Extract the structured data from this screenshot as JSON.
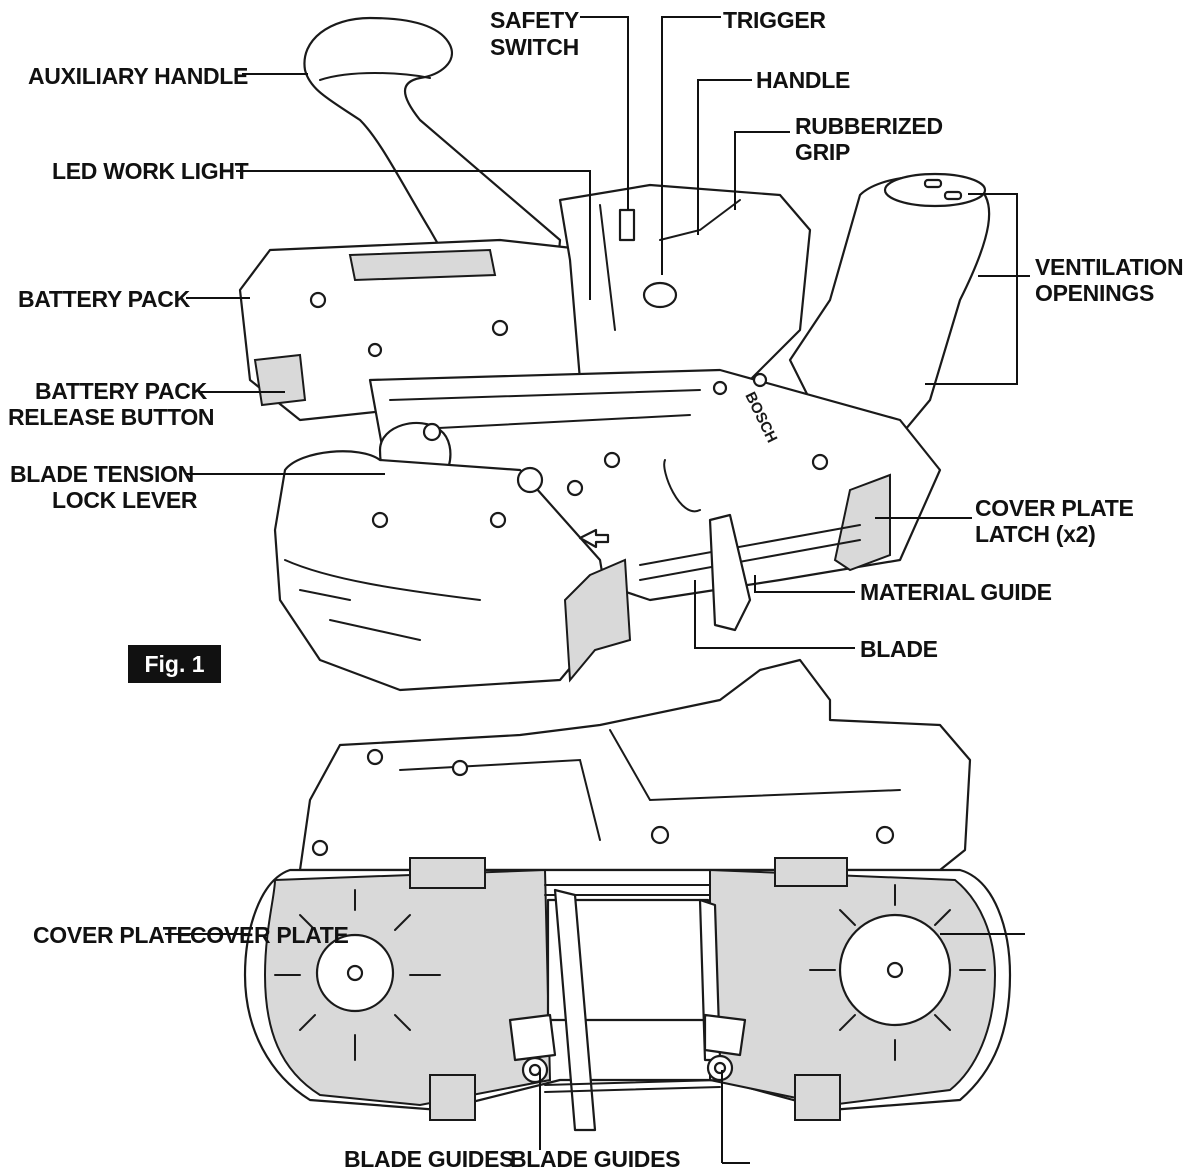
{
  "figure_label": "Fig. 1",
  "brand_mark": "BOSCH",
  "labels": {
    "auxiliary_handle": "AUXILIARY HANDLE",
    "led_work_light": "LED WORK LIGHT",
    "battery_pack": "BATTERY PACK",
    "battery_pack_release_1": "BATTERY PACK",
    "battery_pack_release_2": "RELEASE BUTTON",
    "blade_tension_1": "BLADE TENSION",
    "blade_tension_2": "LOCK LEVER",
    "safety_switch_1": "SAFETY",
    "safety_switch_2": "SWITCH",
    "trigger": "TRIGGER",
    "handle": "HANDLE",
    "rubberized_grip_1": "RUBBERIZED",
    "rubberized_grip_2": "GRIP",
    "ventilation_1": "VENTILATION",
    "ventilation_2": "OPENINGS",
    "cover_plate_latch_1": "COVER PLATE",
    "cover_plate_latch_2": "LATCH (x2)",
    "material_guide": "MATERIAL GUIDE",
    "blade": "BLADE",
    "cover_plate": "COVER PLATE",
    "cover_plate_overlap": "COVER PLATE",
    "blade_guides": "BLADE GUIDES",
    "blade_guides_overlap": "BLADE GUIDES"
  }
}
